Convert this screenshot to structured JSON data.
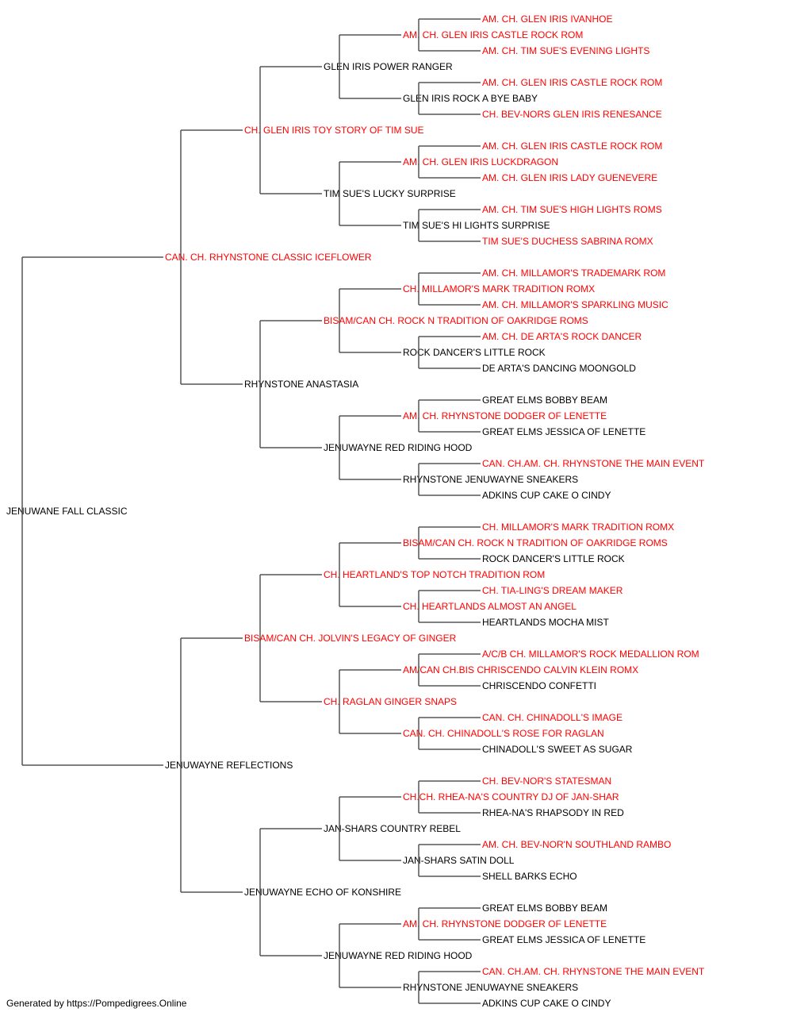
{
  "colors": {
    "champion": "#ff0000",
    "plain": "#000000",
    "line": "#555555"
  },
  "pedigree": {
    "root": {
      "name": "JENUWANE FALL CLASSIC",
      "champion": false
    },
    "gen1": [
      {
        "name": "CAN. CH. RHYNSTONE CLASSIC ICEFLOWER",
        "champion": true
      },
      {
        "name": "JENUWAYNE REFLECTIONS",
        "champion": false
      }
    ],
    "gen2": [
      {
        "name": "CH. GLEN IRIS TOY STORY OF TIM SUE",
        "champion": true
      },
      {
        "name": "RHYNSTONE ANASTASIA",
        "champion": false
      },
      {
        "name": "BISAM/CAN CH. JOLVIN'S LEGACY OF GINGER",
        "champion": true
      },
      {
        "name": "JENUWAYNE ECHO OF KONSHIRE",
        "champion": false
      }
    ],
    "gen3": [
      {
        "name": "GLEN IRIS POWER RANGER",
        "champion": false
      },
      {
        "name": "TIM SUE'S LUCKY SURPRISE",
        "champion": false
      },
      {
        "name": "BISAM/CAN CH. ROCK N TRADITION OF OAKRIDGE ROMS",
        "champion": true
      },
      {
        "name": "JENUWAYNE RED RIDING HOOD",
        "champion": false
      },
      {
        "name": "CH. HEARTLAND'S TOP NOTCH TRADITION ROM",
        "champion": true
      },
      {
        "name": "CH. RAGLAN GINGER SNAPS",
        "champion": true
      },
      {
        "name": "JAN-SHARS COUNTRY REBEL",
        "champion": false
      },
      {
        "name": "JENUWAYNE RED RIDING HOOD",
        "champion": false
      }
    ],
    "gen4": [
      {
        "name": "AM. CH. GLEN IRIS CASTLE ROCK ROM",
        "champion": true
      },
      {
        "name": "GLEN IRIS ROCK A BYE BABY",
        "champion": false
      },
      {
        "name": "AM. CH. GLEN IRIS LUCKDRAGON",
        "champion": true
      },
      {
        "name": "TIM SUE'S HI LIGHTS SURPRISE",
        "champion": false
      },
      {
        "name": "CH. MILLAMOR'S MARK TRADITION ROMX",
        "champion": true
      },
      {
        "name": "ROCK DANCER'S LITTLE ROCK",
        "champion": false
      },
      {
        "name": "AM. CH. RHYNSTONE DODGER OF LENETTE",
        "champion": true
      },
      {
        "name": "RHYNSTONE JENUWAYNE SNEAKERS",
        "champion": false
      },
      {
        "name": "BISAM/CAN CH. ROCK N TRADITION OF OAKRIDGE ROMS",
        "champion": true
      },
      {
        "name": "CH. HEARTLANDS ALMOST AN ANGEL",
        "champion": true
      },
      {
        "name": "AM/CAN CH.BIS CHRISCENDO CALVIN KLEIN ROMX",
        "champion": true
      },
      {
        "name": "CAN. CH. CHINADOLL'S ROSE FOR RAGLAN",
        "champion": true
      },
      {
        "name": "CH.CH. RHEA-NA'S COUNTRY DJ OF JAN-SHAR",
        "champion": true
      },
      {
        "name": "JAN-SHARS SATIN DOLL",
        "champion": false
      },
      {
        "name": "AM. CH. RHYNSTONE DODGER OF LENETTE",
        "champion": true
      },
      {
        "name": "RHYNSTONE JENUWAYNE SNEAKERS",
        "champion": false
      }
    ],
    "gen5": [
      {
        "name": "AM. CH. GLEN IRIS IVANHOE",
        "champion": true
      },
      {
        "name": "AM. CH. TIM SUE'S EVENING LIGHTS",
        "champion": true
      },
      {
        "name": "AM. CH. GLEN IRIS CASTLE ROCK ROM",
        "champion": true
      },
      {
        "name": "CH. BEV-NORS GLEN IRIS RENESANCE",
        "champion": true
      },
      {
        "name": "AM. CH. GLEN IRIS CASTLE ROCK ROM",
        "champion": true
      },
      {
        "name": "AM. CH. GLEN IRIS LADY GUENEVERE",
        "champion": true
      },
      {
        "name": "AM. CH. TIM SUE'S HIGH LIGHTS ROMS",
        "champion": true
      },
      {
        "name": "TIM SUE'S DUCHESS SABRINA ROMX",
        "champion": true
      },
      {
        "name": "AM. CH. MILLAMOR'S TRADEMARK ROM",
        "champion": true
      },
      {
        "name": "AM. CH. MILLAMOR'S SPARKLING MUSIC",
        "champion": true
      },
      {
        "name": "AM. CH. DE ARTA'S ROCK DANCER",
        "champion": true
      },
      {
        "name": "DE ARTA'S DANCING MOONGOLD",
        "champion": false
      },
      {
        "name": "GREAT ELMS BOBBY BEAM",
        "champion": false
      },
      {
        "name": "GREAT ELMS JESSICA OF LENETTE",
        "champion": false
      },
      {
        "name": "CAN. CH.AM. CH. RHYNSTONE THE MAIN EVENT",
        "champion": true
      },
      {
        "name": "ADKINS CUP CAKE O CINDY",
        "champion": false
      },
      {
        "name": "CH. MILLAMOR'S MARK TRADITION ROMX",
        "champion": true
      },
      {
        "name": "ROCK DANCER'S LITTLE ROCK",
        "champion": false
      },
      {
        "name": "CH. TIA-LING'S DREAM MAKER",
        "champion": true
      },
      {
        "name": "HEARTLANDS MOCHA MIST",
        "champion": false
      },
      {
        "name": "A/C/B CH. MILLAMOR'S ROCK MEDALLION ROM",
        "champion": true
      },
      {
        "name": "CHRISCENDO CONFETTI",
        "champion": false
      },
      {
        "name": "CAN. CH. CHINADOLL'S IMAGE",
        "champion": true
      },
      {
        "name": "CHINADOLL'S SWEET AS SUGAR",
        "champion": false
      },
      {
        "name": "CH. BEV-NOR'S STATESMAN",
        "champion": true
      },
      {
        "name": "RHEA-NA'S RHAPSODY IN RED",
        "champion": false
      },
      {
        "name": "AM. CH. BEV-NOR'N SOUTHLAND RAMBO",
        "champion": true
      },
      {
        "name": "SHELL BARKS ECHO",
        "champion": false
      },
      {
        "name": "GREAT ELMS BOBBY BEAM",
        "champion": false
      },
      {
        "name": "GREAT ELMS JESSICA OF LENETTE",
        "champion": false
      },
      {
        "name": "CAN. CH.AM. CH. RHYNSTONE THE MAIN EVENT",
        "champion": true
      },
      {
        "name": "ADKINS CUP CAKE O CINDY",
        "champion": false
      }
    ]
  },
  "footer": "Generated by https://Pompedigrees.Online"
}
